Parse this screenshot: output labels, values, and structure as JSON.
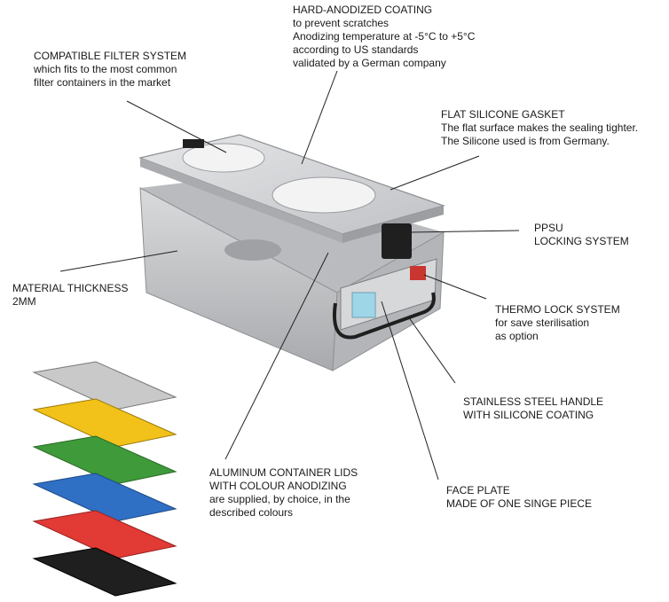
{
  "callouts": {
    "hard_anodized": [
      "HARD-ANODIZED COATING",
      "to prevent scratches",
      "Anodizing temperature at -5°C to +5°C",
      "according to US standards",
      "validated by a German company"
    ],
    "filter_system": [
      "COMPATIBLE FILTER SYSTEM",
      "which fits to the most common",
      "filter containers in the market"
    ],
    "gasket": [
      "FLAT SILICONE GASKET",
      "The flat surface makes the sealing tighter.",
      "The Silicone used is from Germany."
    ],
    "ppsu": [
      "PPSU",
      "LOCKING SYSTEM"
    ],
    "material": [
      "MATERIAL THICKNESS",
      "2MM"
    ],
    "thermo": [
      "THERMO LOCK SYSTEM",
      "for save sterilisation",
      "as option"
    ],
    "handle": [
      "STAINLESS STEEL HANDLE",
      "WITH SILICONE COATING"
    ],
    "lids": [
      "ALUMINUM CONTAINER LIDS",
      "WITH COLOUR ANODIZING",
      "are supplied, by choice, in the",
      "described colours"
    ],
    "faceplate": [
      "FACE PLATE",
      "MADE OF ONE SINGE PIECE"
    ]
  },
  "colors": {
    "lid_stack": [
      "#c9c9c9",
      "#f2c21a",
      "#3f9a3a",
      "#2f6fc4",
      "#e23a35",
      "#1f1f1f"
    ],
    "aluminum": "#cfd0d2",
    "leader": "#222222"
  }
}
